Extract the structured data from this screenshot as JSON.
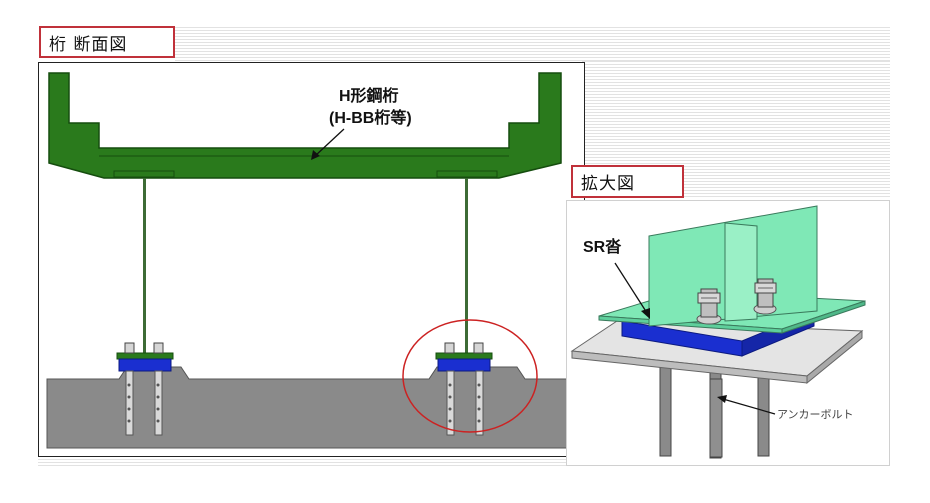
{
  "titles": {
    "main": "桁 断面図",
    "zoom": "拡大図"
  },
  "labels": {
    "girder_line1": "H形鋼桁",
    "girder_line2": "(H-BB桁等)",
    "shoe": "SR沓",
    "anchor_bolt": "アンカーボルト"
  },
  "colors": {
    "girder": "#2a7a1c",
    "concrete": "#8a8a8a",
    "shoe_blue": "#1a2fd0",
    "plate_green": "#7fe8b6",
    "highlight_red": "#cc2222"
  }
}
